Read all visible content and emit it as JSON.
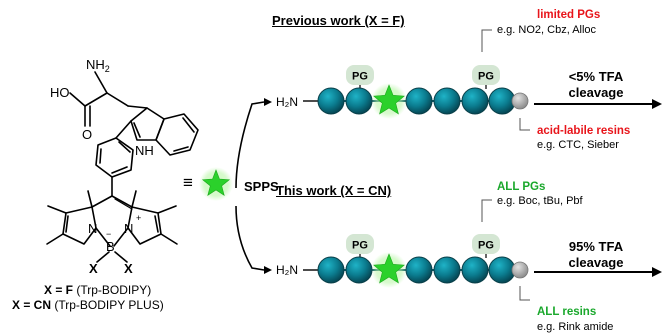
{
  "molecule": {
    "nh2": "NH",
    "nh2_sub": "2",
    "ho": "HO",
    "o": "O",
    "nh": "NH",
    "n_left": "N",
    "n_right": "N",
    "b": "B",
    "minus": "−",
    "plus": "+",
    "x_left": "X",
    "x_right": "X"
  },
  "captions": {
    "line1_bold": "X = F",
    "line1_rest": " (Trp-BODIPY)",
    "line2_bold": "X = CN",
    "line2_rest": " (Trp-BODIPY PLUS)"
  },
  "equiv_symbol": "≡",
  "spps_label": "SPPS",
  "previous": {
    "heading": "Previous work (X = F)",
    "chain_start": "H₂N",
    "pg_label": "PG",
    "pg_note_title": "limited PGs",
    "pg_note_examples": "e.g. NO2, Cbz, Alloc",
    "resin_note_title": "acid-labile resins",
    "resin_note_examples": "e.g. CTC, Sieber",
    "condition_line1": "<5% TFA",
    "condition_line2": "cleavage"
  },
  "current": {
    "heading": "This work (X = CN)",
    "chain_start": "H₂N",
    "pg_label": "PG",
    "pg_note_title": "ALL PGs",
    "pg_note_examples": "e.g. Boc, tBu, Pbf",
    "resin_note_title": "ALL resins",
    "resin_note_examples": "e.g. Rink amide",
    "condition_line1": "95% TFA",
    "condition_line2": "cleavage"
  },
  "colors": {
    "bead": "#0b7c8f",
    "bead_dark": "#064f5c",
    "pg_badge": "#d4e6d3",
    "star": "#2bd12b",
    "star_glow": "#b7f5a4",
    "resin": "#a6a6a6",
    "red": "#e8151b",
    "green": "#1aa82c"
  }
}
